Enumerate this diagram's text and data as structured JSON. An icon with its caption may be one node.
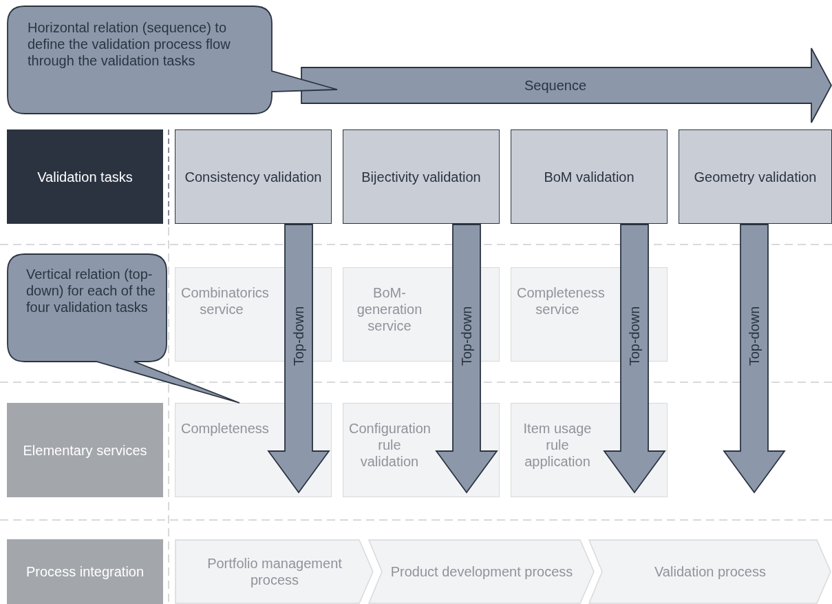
{
  "diagram": {
    "nodes": [
      {
        "text": [
          "Validation tasks"
        ]
      },
      {
        "text": [
          "Consistency validation"
        ]
      },
      {
        "text": [
          "Bijectivity validation"
        ]
      },
      {
        "text": [
          "BoM validation"
        ]
      },
      {
        "text": [
          "Geometry validation"
        ]
      },
      {
        "text": [
          "Combinatorics service"
        ]
      },
      {
        "text": [
          "BoM-generation service"
        ]
      },
      {
        "text": [
          "Completeness service"
        ]
      },
      {
        "text": [
          "Elementary services"
        ]
      },
      {
        "text": [
          "Completeness"
        ]
      },
      {
        "text": [
          "Configuration rule validation"
        ]
      },
      {
        "text": [
          "Item usage rule application"
        ]
      },
      {
        "text": [
          "Process integration"
        ]
      },
      {
        "text": [
          "Portfolio management process"
        ]
      },
      {
        "text": [
          "Product development process"
        ]
      },
      {
        "text": [
          "Validation process"
        ]
      },
      {
        "text": [
          "Horizontal relation (sequence) to define the validation process flow through the validation tasks"
        ]
      },
      {
        "text": [
          "Vertical relation (top-down) for each of the four validation tasks"
        ]
      }
    ],
    "edges": [
      {
        "from": 1,
        "to": null,
        "arrow": "to",
        "label": "Top-down",
        "style": "thick"
      },
      {
        "from": 2,
        "to": null,
        "arrow": "to",
        "label": "Top-down",
        "style": "thick"
      },
      {
        "from": 3,
        "to": null,
        "arrow": "to",
        "label": "Top-down",
        "style": "thick"
      },
      {
        "from": 4,
        "to": null,
        "arrow": "to",
        "label": "Top-down",
        "style": "thick"
      }
    ],
    "labels": [
      "Sequence"
    ]
  }
}
